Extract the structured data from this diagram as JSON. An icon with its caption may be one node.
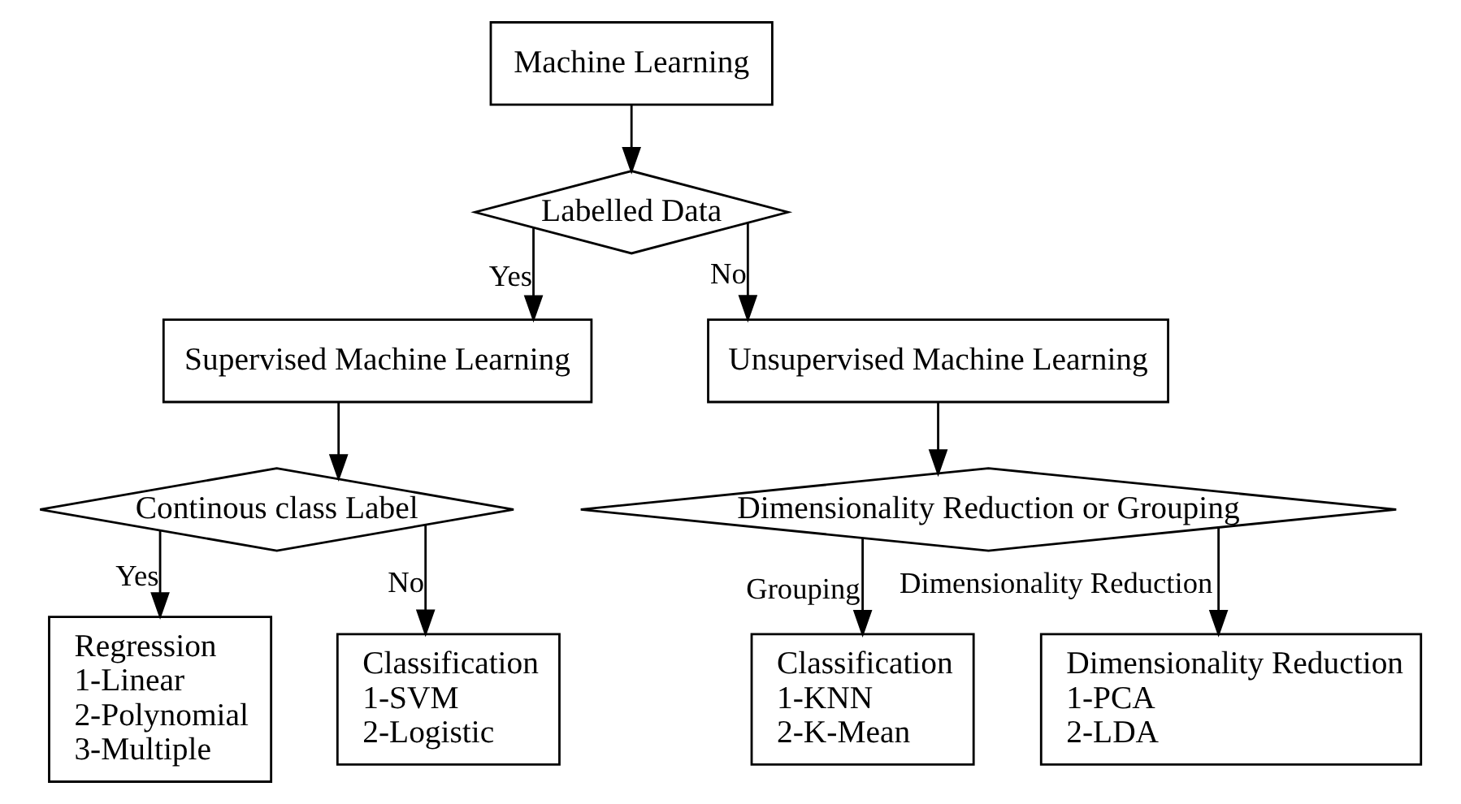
{
  "diagram": {
    "nodes": [
      {
        "text": [
          "Machine Learning"
        ]
      },
      {
        "text": [
          "Labelled Data"
        ]
      },
      {
        "text": [
          "Supervised Machine Learning"
        ]
      },
      {
        "text": [
          "Unsupervised Machine Learning"
        ]
      },
      {
        "text": [
          "Continous class Label"
        ]
      },
      {
        "text": [
          "Dimensionality Reduction or Grouping"
        ]
      },
      {
        "text": [
          "Regression",
          "1-Linear",
          "2-Polynomial",
          "3-Multiple"
        ]
      },
      {
        "text": [
          "Classification",
          "1-SVM",
          "2-Logistic"
        ]
      },
      {
        "text": [
          "Classification",
          "1-KNN",
          "2-K-Mean"
        ]
      },
      {
        "text": [
          "Dimensionality Reduction",
          "1-PCA",
          "2-LDA"
        ]
      }
    ],
    "edges": [
      {
        "from": 0,
        "to": 1,
        "arrow": "to"
      },
      {
        "from": 1,
        "to": 2,
        "arrow": "to",
        "label": "Yes"
      },
      {
        "from": 1,
        "to": 3,
        "arrow": "to",
        "label": "No"
      },
      {
        "from": 2,
        "to": 4,
        "arrow": "to"
      },
      {
        "from": 3,
        "to": 5,
        "arrow": "to"
      },
      {
        "from": 4,
        "to": 6,
        "arrow": "to",
        "label": "Yes"
      },
      {
        "from": 4,
        "to": 7,
        "arrow": "to",
        "label": "No"
      },
      {
        "from": 5,
        "to": 8,
        "arrow": "to",
        "label": "Grouping"
      },
      {
        "from": 5,
        "to": 9,
        "arrow": "to",
        "label": "Dimensionality Reduction"
      }
    ]
  }
}
